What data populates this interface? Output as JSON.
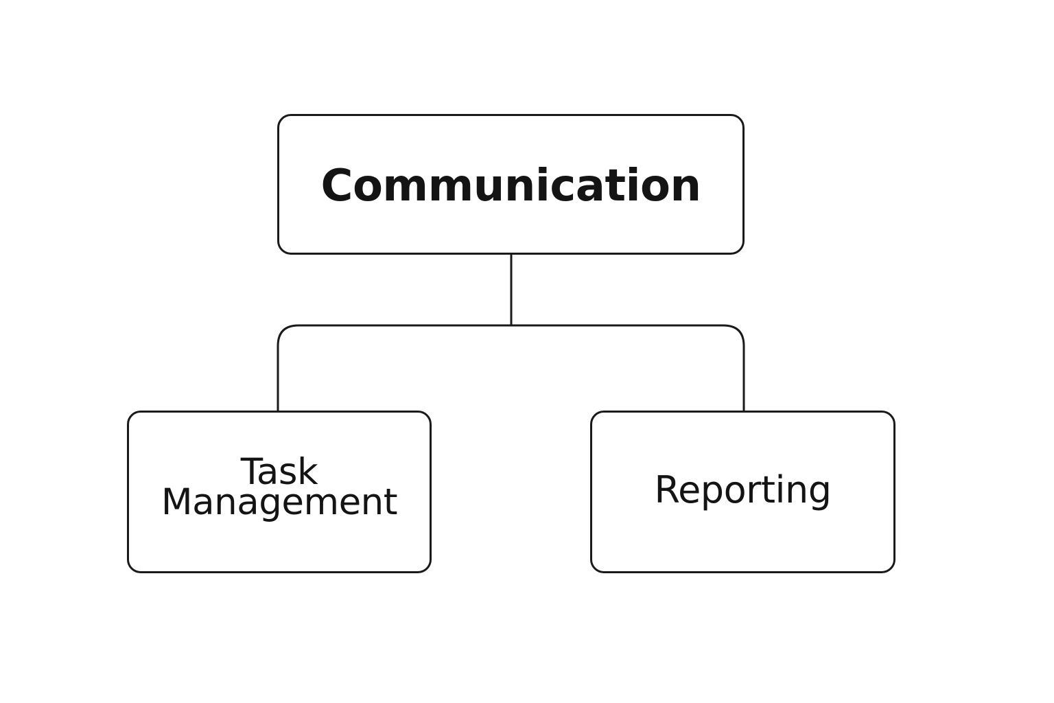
{
  "diagram": {
    "type": "hierarchy",
    "colors": {
      "stroke": "#1a1a1a",
      "text": "#141414",
      "background": "#ffffff"
    },
    "root": {
      "label": "Communication"
    },
    "children": [
      {
        "label_line1": "Task",
        "label_line2": "Management"
      },
      {
        "label": "Reporting"
      }
    ]
  }
}
